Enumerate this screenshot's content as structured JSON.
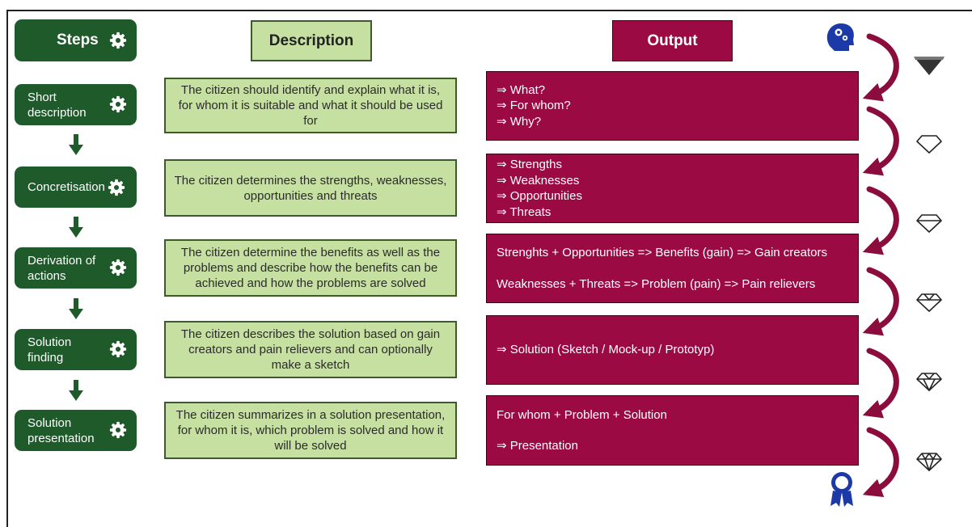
{
  "headers": {
    "steps": "Steps",
    "description": "Description",
    "output": "Output"
  },
  "steps": [
    {
      "label": "Short description",
      "description": "The citizen should identify and explain what it is, for whom it is suitable and what it should be used for",
      "output": [
        "⇒ What?",
        "⇒ For whom?",
        "⇒ Why?"
      ]
    },
    {
      "label": "Concretisation",
      "description": "The citizen determines the strengths, weaknesses, opportunities and threats",
      "output": [
        "⇒ Strengths",
        "⇒ Weaknesses",
        "⇒ Opportunities",
        "⇒ Threats"
      ]
    },
    {
      "label": "Derivation of actions",
      "description": "The citizen determine the benefits as well as the problems and describe how the benefits can be achieved and how the problems are solved",
      "output": [
        "Strenghts + Opportunities => Benefits (gain) => Gain creators",
        "",
        "Weaknesses + Threats  => Problem (pain) => Pain relievers"
      ]
    },
    {
      "label": "Solution finding",
      "description": "The citizen describes the solution based on gain creators and pain relievers and can optionally make a sketch",
      "output": [
        "⇒ Solution (Sketch / Mock-up / Prototyp)"
      ]
    },
    {
      "label": "Solution presentation",
      "description": "The citizen summarizes in a solution presentation, for whom it is, which problem is solved and how it will be solved",
      "output": [
        "For whom + Problem + Solution",
        "",
        "⇒ Presentation"
      ]
    }
  ],
  "icons": {
    "step": "gear-icon",
    "flow": "arrow-down-icon",
    "start": "head-gears-icon",
    "levels": [
      "triangle-icon",
      "diamond-icon",
      "diamond-icon",
      "diamond-icon",
      "diamond-icon",
      "diamond-icon"
    ],
    "finish": "award-ribbon-icon",
    "connector": "curved-arrow-icon"
  },
  "colors": {
    "step_green": "#1f5a2b",
    "description_green": "#c6e0a1",
    "output_maroon": "#9c0a44",
    "curved_arrow": "#8b0d3d",
    "icon_blue": "#1b3aa8"
  }
}
